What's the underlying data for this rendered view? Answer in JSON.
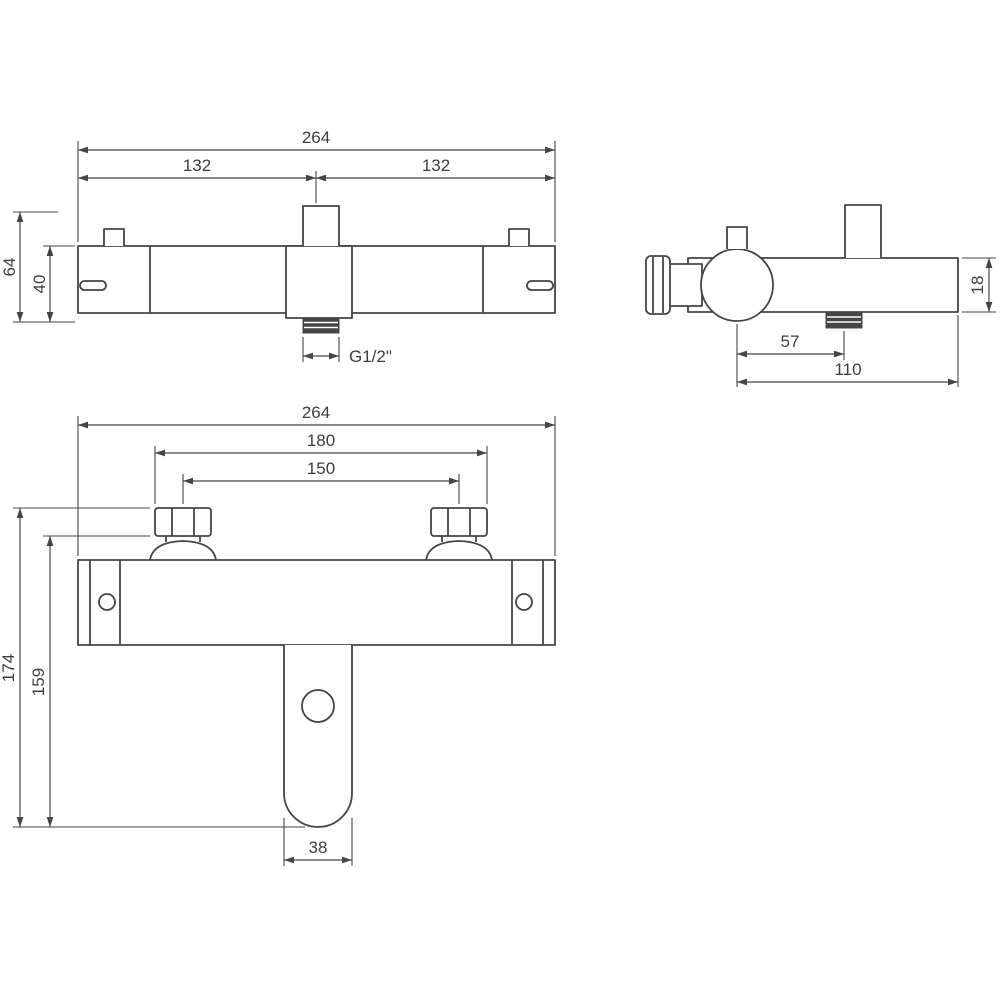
{
  "drawing": {
    "background": "#ffffff",
    "line_color": "#454545",
    "type": "technical-dimension-drawing",
    "views": {
      "front_valve": {
        "label": "bar-valve-front-view",
        "dims": {
          "overall_width": "264",
          "left_half": "132",
          "right_half": "132",
          "overall_height": "64",
          "body_height": "40",
          "outlet_thread": "G1/2\""
        }
      },
      "side_valve": {
        "label": "valve-side-view",
        "dims": {
          "depth_top": "18",
          "knob_to_outlet": "57",
          "overall_depth": "110"
        }
      },
      "front_spout": {
        "label": "bath-shower-mixer-front-view",
        "dims": {
          "overall_width": "264",
          "union_outer_span": "180",
          "inlet_centres": "150",
          "overall_height": "174",
          "height_to_spout_end": "159",
          "spout_width": "38"
        }
      }
    }
  }
}
